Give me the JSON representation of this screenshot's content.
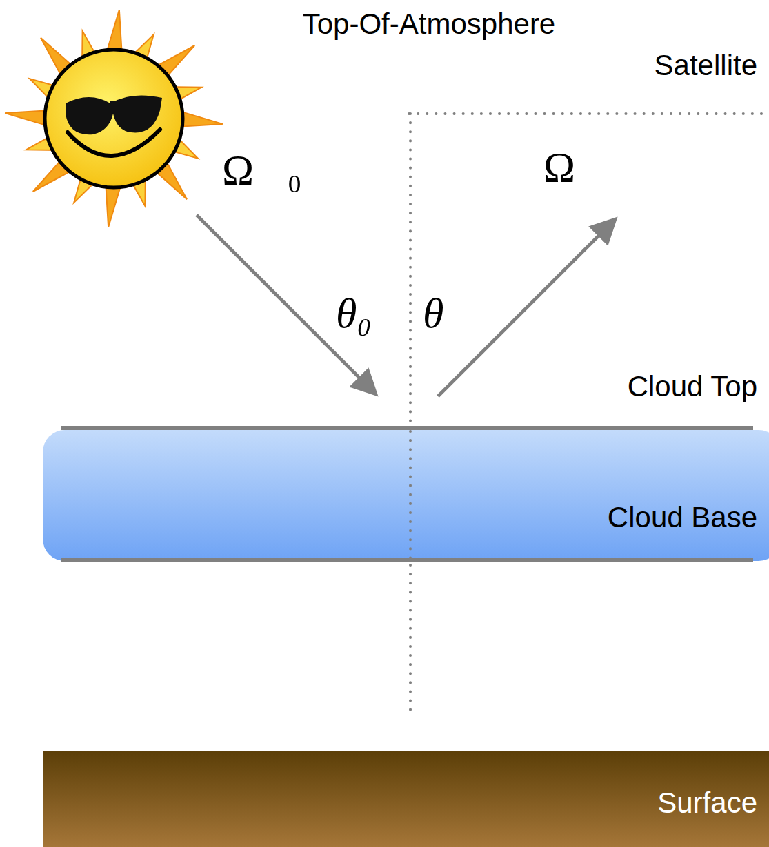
{
  "diagram": {
    "nodes": [
      {
        "text": [
          "Cloud Top",
          "Cloud Base"
        ]
      },
      {
        "text": [
          "Surface"
        ]
      }
    ],
    "labels": [
      "Top-Of-Atmosphere",
      "Satellite",
      "Ω⃗₀",
      "Ω⃗",
      "θ₀",
      "θ"
    ]
  }
}
